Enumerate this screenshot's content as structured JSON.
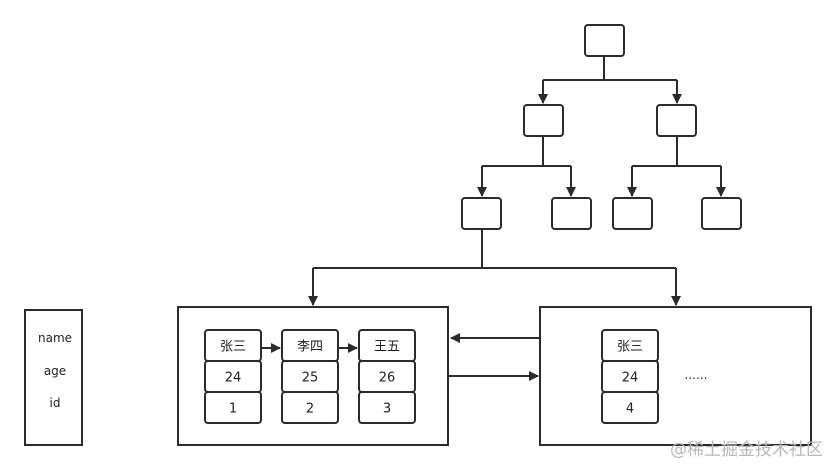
{
  "legend": {
    "fields": [
      "name",
      "age",
      "id"
    ]
  },
  "leaf_pages": [
    {
      "records": [
        {
          "name": "张三",
          "age": "24",
          "id": "1"
        },
        {
          "name": "李四",
          "age": "25",
          "id": "2"
        },
        {
          "name": "王五",
          "age": "26",
          "id": "3"
        }
      ]
    },
    {
      "records": [
        {
          "name": "张三",
          "age": "24",
          "id": "4"
        }
      ],
      "ellipsis": "......"
    }
  ],
  "watermark": "@稀土掘金技术社区",
  "colors": {
    "stroke": "#2b2b2b",
    "text": "#222222",
    "watermark": "#b8b8b8"
  }
}
